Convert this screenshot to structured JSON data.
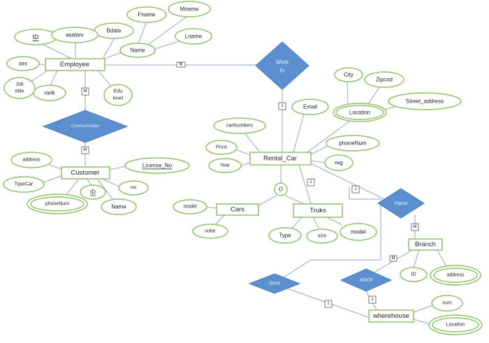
{
  "entities": {
    "employee": "Employee",
    "customer": "Customer",
    "rental_car": "Rental_Car",
    "cars": "Cars",
    "truks": "Truks",
    "branch": "Branch",
    "wherehouse": "wherehouse"
  },
  "relationships": {
    "work_in_line1": "Work",
    "work_in_line2": "In",
    "communicates": "Communicates",
    "have": "Have",
    "store": "Store",
    "attach": "attach",
    "disjoint": "O"
  },
  "attributes": {
    "mname": "Mname",
    "fname": "Fname",
    "bdate": "Bdate",
    "lname": "Lname",
    "name_emp": "Name",
    "id_emp": "ID",
    "asalary": "asalarv",
    "sex_emp": "sex",
    "job_title_line1": "Job",
    "job_title_line2": "titile",
    "rank": "rank",
    "edu_level_line1": "Edu",
    "edu_level_line2": "level",
    "city": "City",
    "zipcod": "Zipcod",
    "street_address": "Street_address",
    "location_rc": "Location",
    "email": "Email",
    "car_numbers": "carNumbers",
    "price": "Price",
    "year": "Year",
    "phone_num_rc": "phoneNum",
    "reg": "reg",
    "address_cust": "address",
    "license_no": "License_No",
    "type_car": "TypeCar",
    "id_cust": "ID",
    "sex_cust": "sex",
    "phone_num_cust": "phoneNum",
    "name_cust": "Name",
    "model_cars": "model",
    "color": "color",
    "type_truks": "Type",
    "size": "size",
    "model_truks": "model",
    "id_branch": "ID",
    "address_branch": "address",
    "num": "num",
    "location_wh": "Location"
  },
  "cardinalities": {
    "emp_work": "M",
    "work_rc": "1",
    "emp_comm": "M",
    "comm_cust": "M",
    "rc_truks": "1",
    "rc_have": "1",
    "have_branch": "M",
    "branch_attach": "M",
    "attach_wh": "1",
    "store_wh": "1"
  }
}
